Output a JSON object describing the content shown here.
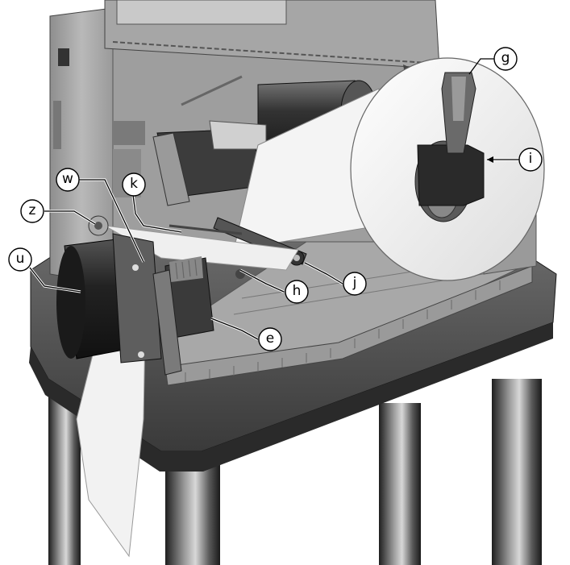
{
  "figure": {
    "callouts": [
      {
        "id": "g",
        "label": "g"
      },
      {
        "id": "i",
        "label": "i"
      },
      {
        "id": "w",
        "label": "w"
      },
      {
        "id": "k",
        "label": "k"
      },
      {
        "id": "z",
        "label": "z"
      },
      {
        "id": "u",
        "label": "u"
      },
      {
        "id": "h",
        "label": "h"
      },
      {
        "id": "j",
        "label": "j"
      },
      {
        "id": "e",
        "label": "e"
      }
    ]
  },
  "colors": {
    "background": "#ffffff",
    "metal_dark": "#2e2e2e",
    "metal_mid": "#8a8a8a",
    "metal_light": "#bdbdbd",
    "paper": "#f2f2f2",
    "outline": "#000000"
  },
  "icons": [
    "printer-illustration",
    "media-roll-icon",
    "ribbon-spindle-icon",
    "stand-icon"
  ]
}
